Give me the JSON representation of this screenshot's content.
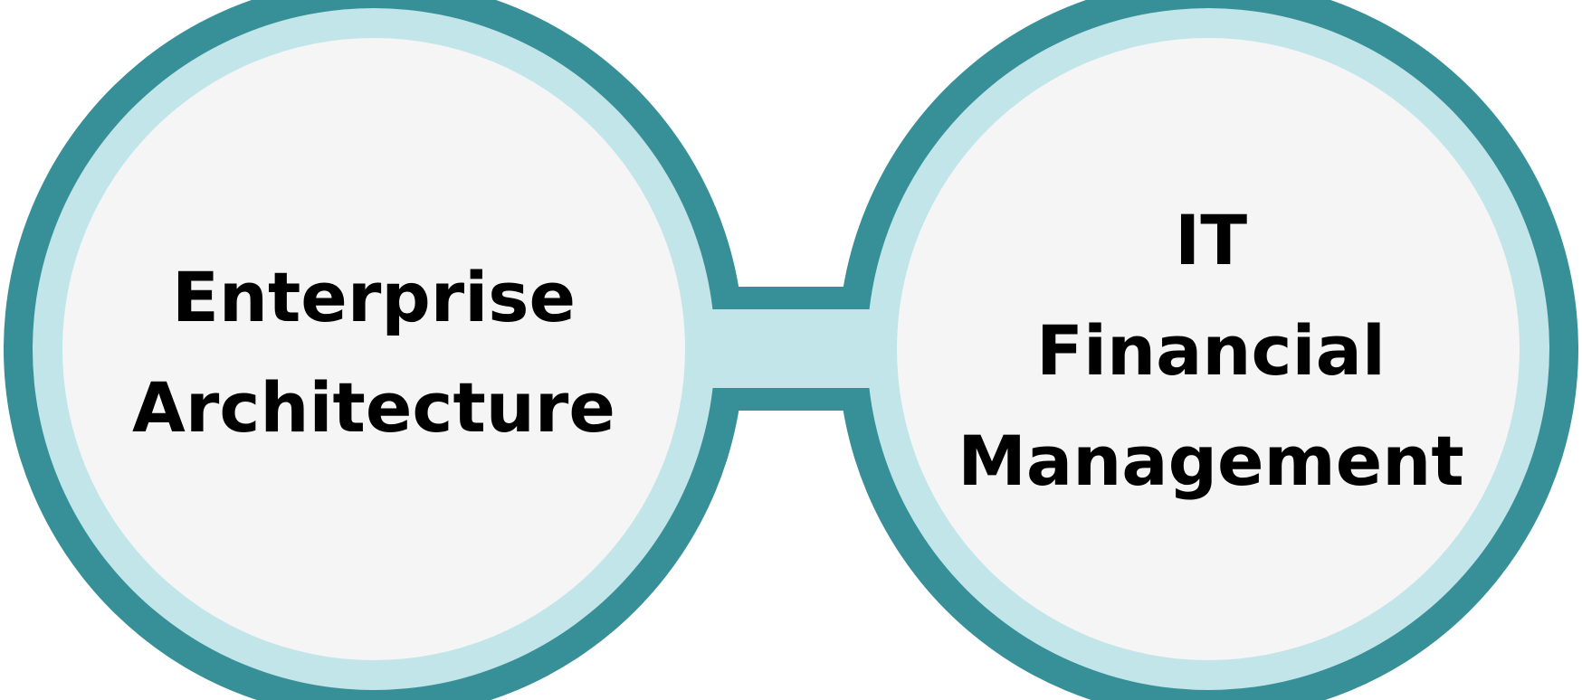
{
  "diagram": {
    "left_circle": {
      "lines": [
        "Enterprise",
        "Architecture"
      ]
    },
    "right_circle": {
      "lines": [
        "IT",
        "Financial",
        "Management"
      ]
    }
  },
  "colors": {
    "outer_ring": "#378f98",
    "inner_ring": "#c2e5e9",
    "center_fill": "#f5f5f5",
    "text": "#000000",
    "background": "#ffffff"
  }
}
